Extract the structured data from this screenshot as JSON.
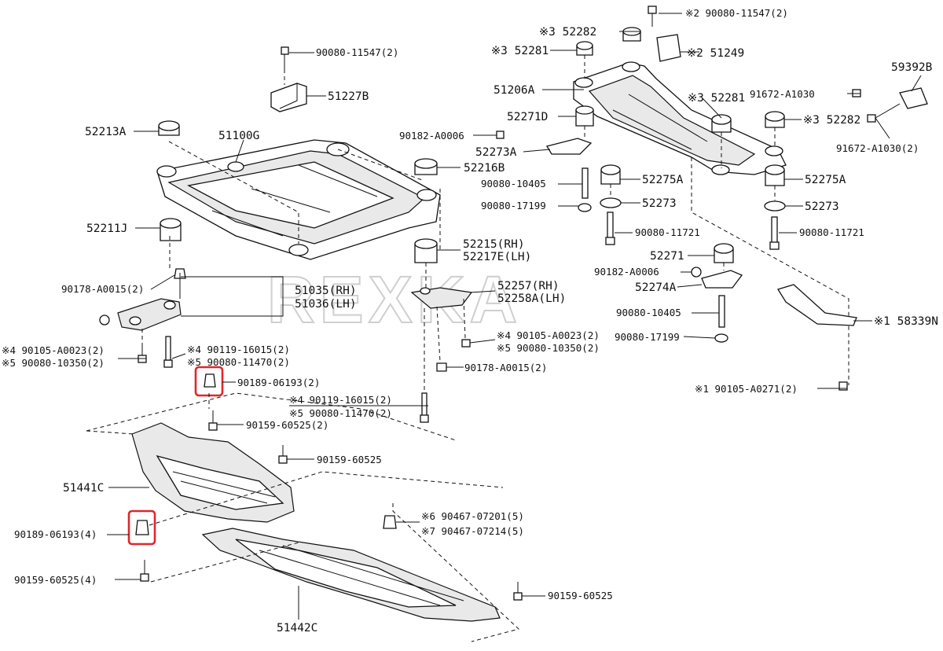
{
  "diagram": {
    "watermark": "REXKA",
    "labels": [
      {
        "id": "l1",
        "text": "※2 90080-11547(2)"
      },
      {
        "id": "l2",
        "text": "※3 52282"
      },
      {
        "id": "l3",
        "text": "90080-11547(2)"
      },
      {
        "id": "l4",
        "text": "※3 52281"
      },
      {
        "id": "l5",
        "text": "※2 51249"
      },
      {
        "id": "l6",
        "text": "59392B"
      },
      {
        "id": "l7",
        "text": "51227B"
      },
      {
        "id": "l8",
        "text": "51206A"
      },
      {
        "id": "l9",
        "text": "91672-A1030"
      },
      {
        "id": "l10",
        "text": "※3 52281"
      },
      {
        "id": "l11",
        "text": "52213A"
      },
      {
        "id": "l12",
        "text": "51100G"
      },
      {
        "id": "l13",
        "text": "52271D"
      },
      {
        "id": "l14",
        "text": "※3 52282"
      },
      {
        "id": "l15",
        "text": "90182-A0006"
      },
      {
        "id": "l16",
        "text": "91672-A1030(2)"
      },
      {
        "id": "l17",
        "text": "52273A"
      },
      {
        "id": "l18",
        "text": "52216B"
      },
      {
        "id": "l19",
        "text": "90080-10405"
      },
      {
        "id": "l20",
        "text": "52275A"
      },
      {
        "id": "l21",
        "text": "52275A"
      },
      {
        "id": "l22",
        "text": "90080-17199"
      },
      {
        "id": "l23",
        "text": "52273"
      },
      {
        "id": "l24",
        "text": "52273"
      },
      {
        "id": "l25",
        "text": "52211J"
      },
      {
        "id": "l26",
        "text": "90080-11721"
      },
      {
        "id": "l27",
        "text": "90080-11721"
      },
      {
        "id": "l28",
        "text": "52215(RH)"
      },
      {
        "id": "l29",
        "text": "52217E(LH)"
      },
      {
        "id": "l30",
        "text": "52271"
      },
      {
        "id": "l31",
        "text": "90182-A0006"
      },
      {
        "id": "l32",
        "text": "52257(RH)"
      },
      {
        "id": "l33",
        "text": "52258A(LH)"
      },
      {
        "id": "l34",
        "text": "52274A"
      },
      {
        "id": "l35",
        "text": "90178-A0015(2)"
      },
      {
        "id": "l36",
        "text": "51035(RH)"
      },
      {
        "id": "l37",
        "text": "51036(LH)"
      },
      {
        "id": "l38",
        "text": "90080-10405"
      },
      {
        "id": "l39",
        "text": "※1 58339N"
      },
      {
        "id": "l40",
        "text": "※4 90105-A0023(2)"
      },
      {
        "id": "l41",
        "text": "※5 90080-10350(2)"
      },
      {
        "id": "l42",
        "text": "90080-17199"
      },
      {
        "id": "l43",
        "text": "※4 90105-A0023(2)"
      },
      {
        "id": "l44",
        "text": "※4 90119-16015(2)"
      },
      {
        "id": "l45",
        "text": "※5 90080-11470(2)"
      },
      {
        "id": "l46",
        "text": "※5 90080-10350(2)"
      },
      {
        "id": "l47",
        "text": "90178-A0015(2)"
      },
      {
        "id": "l48",
        "text": "90189-06193(2)"
      },
      {
        "id": "l49",
        "text": "※1 90105-A0271(2)"
      },
      {
        "id": "l50",
        "text": "※4 90119-16015(2)"
      },
      {
        "id": "l51",
        "text": "※5 90080-11470(2)"
      },
      {
        "id": "l52",
        "text": "90159-60525(2)"
      },
      {
        "id": "l53",
        "text": "90159-60525"
      },
      {
        "id": "l54",
        "text": "51441C"
      },
      {
        "id": "l55",
        "text": "※6 90467-07201(5)"
      },
      {
        "id": "l56",
        "text": "※7 90467-07214(5)"
      },
      {
        "id": "l57",
        "text": "90189-06193(4)"
      },
      {
        "id": "l58",
        "text": "90159-60525(4)"
      },
      {
        "id": "l59",
        "text": "90159-60525"
      },
      {
        "id": "l60",
        "text": "51442C"
      }
    ]
  }
}
